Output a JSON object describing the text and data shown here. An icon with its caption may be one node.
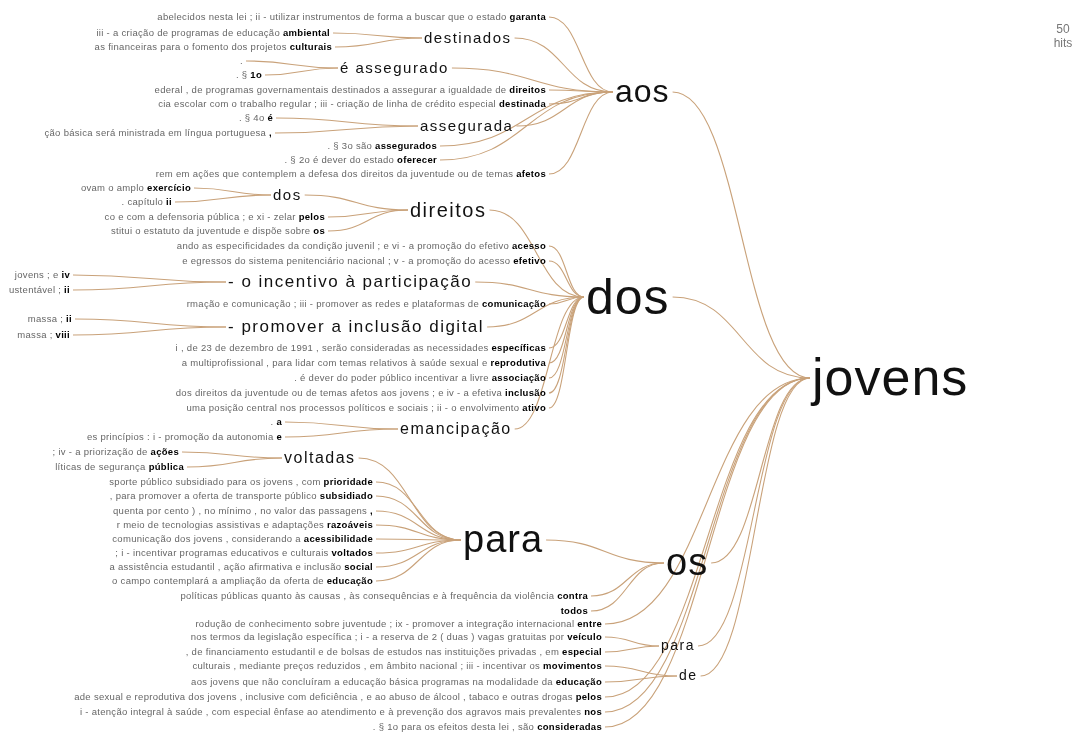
{
  "diagram": {
    "nodes": [
      {
        "text": [
          "jovens"
        ]
      },
      {
        "text": [
          "aos"
        ]
      },
      {
        "text": [
          "destinados"
        ]
      },
      {
        "text": [
          "abelecidos nesta lei ; ii - utilizar instrumentos de forma a buscar que o estado **garanta**"
        ]
      },
      {
        "text": [
          "iii - a criação de programas de educação **ambiental**"
        ]
      },
      {
        "text": [
          "as financeiras para o fomento dos projetos **culturais**"
        ]
      },
      {
        "text": [
          "é assegurado"
        ]
      },
      {
        "text": [
          "."
        ]
      },
      {
        "text": [
          ". § **1o**"
        ]
      },
      {
        "text": [
          "ederal , de programas governamentais destinados a assegurar a igualdade de **direitos**"
        ]
      },
      {
        "text": [
          "cia escolar com o trabalho regular ; iii - criação de linha de crédito especial **destinada**"
        ]
      },
      {
        "text": [
          "assegurada"
        ]
      },
      {
        "text": [
          ". § 4o **é**"
        ]
      },
      {
        "text": [
          "ção básica será ministrada em língua portuguesa **,**"
        ]
      },
      {
        "text": [
          ". § 3o são **assegurados**"
        ]
      },
      {
        "text": [
          ". § 2o é dever do estado **oferecer**"
        ]
      },
      {
        "text": [
          "rem em ações que contemplem a defesa dos direitos da juventude ou de temas **afetos**"
        ]
      },
      {
        "text": [
          "dos"
        ]
      },
      {
        "text": [
          "direitos"
        ]
      },
      {
        "text": [
          "dos"
        ]
      },
      {
        "text": [
          "ovam o amplo **exercício**"
        ]
      },
      {
        "text": [
          ". capítulo **ii**"
        ]
      },
      {
        "text": [
          "co e com a defensoria pública ; e xi - zelar **pelos**"
        ]
      },
      {
        "text": [
          "stitui o estatuto da juventude e dispõe sobre **os**"
        ]
      },
      {
        "text": [
          "ando as especificidades da condição juvenil ; e vi - a promoção do efetivo **acesso**"
        ]
      },
      {
        "text": [
          "e egressos do sistema penitenciário nacional ; v - a promoção do acesso **efetivo**"
        ]
      },
      {
        "text": [
          "- o incentivo à participação"
        ]
      },
      {
        "text": [
          "jovens ; e **iv**"
        ]
      },
      {
        "text": [
          "ustentável ; **ii**"
        ]
      },
      {
        "text": [
          "rmação e comunicação ; iii - promover as redes e plataformas de **comunicação**"
        ]
      },
      {
        "text": [
          "- promover a inclusão digital"
        ]
      },
      {
        "text": [
          "massa ; **ii**"
        ]
      },
      {
        "text": [
          "massa ; **viii**"
        ]
      },
      {
        "text": [
          "i , de 23 de dezembro de 1991 , serão consideradas as necessidades **específicas**"
        ]
      },
      {
        "text": [
          "a multiprofissional , para lidar com temas relativos à saúde sexual e **reprodutiva**"
        ]
      },
      {
        "text": [
          ". é dever do poder público incentivar a livre **associação**"
        ]
      },
      {
        "text": [
          "dos direitos da juventude ou de temas afetos aos jovens ; e iv - a efetiva **inclusão**"
        ]
      },
      {
        "text": [
          "uma posição central nos processos políticos e sociais ; ii - o envolvimento **ativo**"
        ]
      },
      {
        "text": [
          "emancipação"
        ]
      },
      {
        "text": [
          ". **a**"
        ]
      },
      {
        "text": [
          "es princípios : i - promoção da autonomia **e**"
        ]
      },
      {
        "text": [
          "para"
        ]
      },
      {
        "text": [
          "os"
        ]
      },
      {
        "text": [
          "voltadas"
        ]
      },
      {
        "text": [
          "; iv - a priorização de **ações**"
        ]
      },
      {
        "text": [
          "líticas de segurança **pública**"
        ]
      },
      {
        "text": [
          "sporte público subsidiado para os jovens , com **prioridade**"
        ]
      },
      {
        "text": [
          ", para promover a oferta de transporte público **subsidiado**"
        ]
      },
      {
        "text": [
          "quenta por cento ) , no mínimo , no valor das passagens **,**"
        ]
      },
      {
        "text": [
          "r meio de tecnologias assistivas e adaptações **razoáveis**"
        ]
      },
      {
        "text": [
          "comunicação dos jovens , considerando a **acessibilidade**"
        ]
      },
      {
        "text": [
          "; i - incentivar programas educativos e culturais **voltados**"
        ]
      },
      {
        "text": [
          "a assistência estudantil , ação afirmativa e inclusão **social**"
        ]
      },
      {
        "text": [
          "o campo contemplará a ampliação da oferta de **educação**"
        ]
      },
      {
        "text": [
          "políticas públicas quanto às causas , às consequências e à frequência da violência **contra**"
        ]
      },
      {
        "text": [
          "**todos**"
        ]
      },
      {
        "text": [
          "rodução de conhecimento sobre juventude ; ix - promover a integração internacional **entre**"
        ]
      },
      {
        "text": [
          "para"
        ]
      },
      {
        "text": [
          "nos termos da legislação específica ; i - a reserva de 2 ( duas ) vagas gratuitas por **veículo**"
        ]
      },
      {
        "text": [
          ", de financiamento estudantil e de bolsas de estudos nas instituições privadas , em **especial**"
        ]
      },
      {
        "text": [
          "de"
        ]
      },
      {
        "text": [
          "culturais , mediante preços reduzidos , em âmbito nacional ; iii - incentivar os **movimentos**"
        ]
      },
      {
        "text": [
          "aos jovens que não concluíram a educação básica programas na modalidade da **educação**"
        ]
      },
      {
        "text": [
          "ade sexual e reprodutiva dos jovens , inclusive com deficiência , e ao abuso de álcool , tabaco e outras drogas **pelos**"
        ]
      },
      {
        "text": [
          "i - atenção integral à saúde , com especial ênfase ao atendimento e à prevenção dos agravos mais prevalentes **nos**"
        ]
      },
      {
        "text": [
          ". § 1o para os efeitos desta lei , são **consideradas**"
        ]
      }
    ],
    "edges": [
      {
        "from": 1,
        "to": 0,
        "arrow": "none"
      },
      {
        "from": 17,
        "to": 0,
        "arrow": "none"
      },
      {
        "from": 42,
        "to": 0,
        "arrow": "none"
      },
      {
        "from": 2,
        "to": 1,
        "arrow": "none"
      },
      {
        "from": 3,
        "to": 1,
        "arrow": "none"
      },
      {
        "from": 4,
        "to": 2,
        "arrow": "none"
      },
      {
        "from": 5,
        "to": 2,
        "arrow": "none"
      },
      {
        "from": 6,
        "to": 1,
        "arrow": "none"
      },
      {
        "from": 7,
        "to": 6,
        "arrow": "none"
      },
      {
        "from": 8,
        "to": 6,
        "arrow": "none"
      },
      {
        "from": 9,
        "to": 1,
        "arrow": "none"
      },
      {
        "from": 10,
        "to": 1,
        "arrow": "none"
      },
      {
        "from": 11,
        "to": 1,
        "arrow": "none"
      },
      {
        "from": 12,
        "to": 11,
        "arrow": "none"
      },
      {
        "from": 13,
        "to": 11,
        "arrow": "none"
      },
      {
        "from": 14,
        "to": 1,
        "arrow": "none"
      },
      {
        "from": 15,
        "to": 1,
        "arrow": "none"
      },
      {
        "from": 16,
        "to": 1,
        "arrow": "none"
      },
      {
        "from": 18,
        "to": 17,
        "arrow": "none"
      },
      {
        "from": 19,
        "to": 18,
        "arrow": "none"
      },
      {
        "from": 20,
        "to": 19,
        "arrow": "none"
      },
      {
        "from": 21,
        "to": 19,
        "arrow": "none"
      },
      {
        "from": 22,
        "to": 18,
        "arrow": "none"
      },
      {
        "from": 23,
        "to": 18,
        "arrow": "none"
      },
      {
        "from": 24,
        "to": 17,
        "arrow": "none"
      },
      {
        "from": 25,
        "to": 17,
        "arrow": "none"
      },
      {
        "from": 26,
        "to": 17,
        "arrow": "none"
      },
      {
        "from": 27,
        "to": 26,
        "arrow": "none"
      },
      {
        "from": 28,
        "to": 26,
        "arrow": "none"
      },
      {
        "from": 29,
        "to": 17,
        "arrow": "none"
      },
      {
        "from": 30,
        "to": 17,
        "arrow": "none"
      },
      {
        "from": 31,
        "to": 30,
        "arrow": "none"
      },
      {
        "from": 32,
        "to": 30,
        "arrow": "none"
      },
      {
        "from": 33,
        "to": 17,
        "arrow": "none"
      },
      {
        "from": 34,
        "to": 17,
        "arrow": "none"
      },
      {
        "from": 35,
        "to": 17,
        "arrow": "none"
      },
      {
        "from": 36,
        "to": 17,
        "arrow": "none"
      },
      {
        "from": 37,
        "to": 17,
        "arrow": "none"
      },
      {
        "from": 38,
        "to": 17,
        "arrow": "none"
      },
      {
        "from": 39,
        "to": 38,
        "arrow": "none"
      },
      {
        "from": 40,
        "to": 38,
        "arrow": "none"
      },
      {
        "from": 41,
        "to": 42,
        "arrow": "none"
      },
      {
        "from": 43,
        "to": 41,
        "arrow": "none"
      },
      {
        "from": 44,
        "to": 43,
        "arrow": "none"
      },
      {
        "from": 45,
        "to": 43,
        "arrow": "none"
      },
      {
        "from": 46,
        "to": 41,
        "arrow": "none"
      },
      {
        "from": 47,
        "to": 41,
        "arrow": "none"
      },
      {
        "from": 48,
        "to": 41,
        "arrow": "none"
      },
      {
        "from": 49,
        "to": 41,
        "arrow": "none"
      },
      {
        "from": 50,
        "to": 41,
        "arrow": "none"
      },
      {
        "from": 51,
        "to": 41,
        "arrow": "none"
      },
      {
        "from": 52,
        "to": 41,
        "arrow": "none"
      },
      {
        "from": 53,
        "to": 41,
        "arrow": "none"
      },
      {
        "from": 54,
        "to": 42,
        "arrow": "none"
      },
      {
        "from": 55,
        "to": 42,
        "arrow": "none"
      },
      {
        "from": 56,
        "to": 0,
        "arrow": "none"
      },
      {
        "from": 57,
        "to": 0,
        "arrow": "none"
      },
      {
        "from": 58,
        "to": 57,
        "arrow": "none"
      },
      {
        "from": 59,
        "to": 57,
        "arrow": "none"
      },
      {
        "from": 60,
        "to": 0,
        "arrow": "none"
      },
      {
        "from": 61,
        "to": 60,
        "arrow": "none"
      },
      {
        "from": 62,
        "to": 60,
        "arrow": "none"
      },
      {
        "from": 63,
        "to": 0,
        "arrow": "none"
      },
      {
        "from": 64,
        "to": 0,
        "arrow": "none"
      },
      {
        "from": 65,
        "to": 0,
        "arrow": "none"
      }
    ],
    "labels": [
      "50 hits"
    ]
  }
}
